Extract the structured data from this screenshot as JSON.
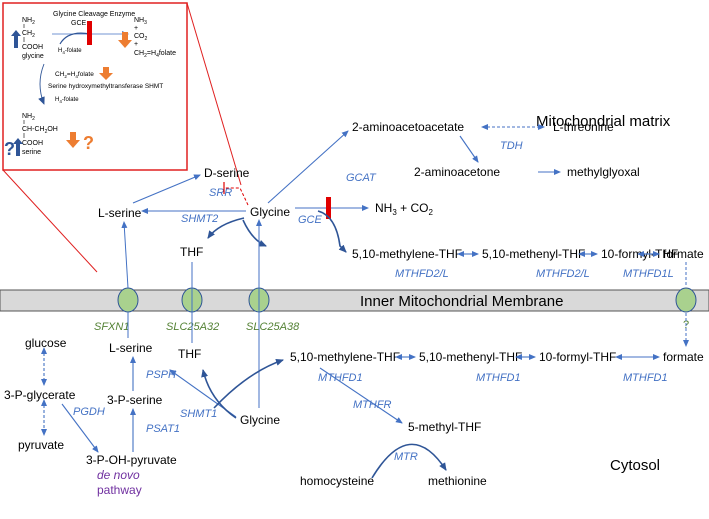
{
  "regions": {
    "matrix": "Mitochondrial matrix",
    "membrane": "Inner Mitochondrial Membrane",
    "cytosol": "Cytosol"
  },
  "inset": {
    "gce_title": "Glycine Cleavage Enzyme",
    "gce_abbr": "GCE",
    "glycine_nh2": "NH",
    "glycine_nh2_sub": "2",
    "glycine_ch2": "CH",
    "glycine_ch2_sub": "2",
    "glycine_cooh": "COOH",
    "glycine_name": "glycine",
    "h4folate_1": "H",
    "h4folate_1_sub": "4",
    "h4folate_1_rest": "-folate",
    "product_nh3": "NH",
    "product_nh3_sub": "3",
    "plus_1": "+",
    "product_co2": "CO",
    "product_co2_sub": "2",
    "plus_2": "+",
    "product_ch2": "CH",
    "product_ch2_sub": "2",
    "product_ch2_rest": "=H",
    "product_ch2_sub2": "4",
    "product_ch2_rest2": "folate",
    "shmt_ch2_a": "CH",
    "shmt_ch2_sub_a": "2",
    "shmt_ch2_rest_a": "=H",
    "shmt_ch2_sub2_a": "4",
    "shmt_ch2_rest2_a": "folate",
    "shmt_title": "Serine hydroxymethyltransferase SHMT",
    "h4folate_2": "H",
    "h4folate_2_sub": "4",
    "h4folate_2_rest": "-folate",
    "serine_nh2": "NH",
    "serine_nh2_sub": "2",
    "serine_ch": "CH-CH",
    "serine_ch_sub": "2",
    "serine_ch_rest": "OH",
    "serine_cooh": "COOH",
    "serine_name": "serine",
    "q1": "?",
    "q2": "?"
  },
  "matrix": {
    "d_serine": "D-serine",
    "l_serine": "L-serine",
    "glycine": "Glycine",
    "thf": "THF",
    "aminoacetoacetate": "2-aminoacetoacetate",
    "l_threonine": "L-threonine",
    "aminoacetone": "2-aminoacetone",
    "methylglyoxal": "methylglyoxal",
    "nh3_co2": "NH",
    "nh3_sub": "3",
    "nh3_rest": " + CO",
    "co2_sub": "2",
    "methylene_thf": "5,10-methylene-THF",
    "methenyl_thf": "5,10-methenyl-THF",
    "formyl_thf": "10-formyl-THF",
    "formate": "formate"
  },
  "matrix_enzymes": {
    "srr": "SRR",
    "shmt2": "SHMT2",
    "gcat": "GCAT",
    "tdh": "TDH",
    "gce": "GCE",
    "mthfd2l_1": "MTHFD2/L",
    "mthfd2l_2": "MTHFD2/L",
    "mthfd1l": "MTHFD1L"
  },
  "transporters": {
    "sfxn1": "SFXN1",
    "slc25a32": "SLC25A32",
    "slc25a38": "SLC25A38",
    "unknown": "?"
  },
  "cytosol": {
    "glucose": "glucose",
    "three_p_glycerate": "3-P-glycerate",
    "pyruvate": "pyruvate",
    "l_serine": "L-serine",
    "three_p_serine": "3-P-serine",
    "three_p_oh_pyruvate": "3-P-OH-pyruvate",
    "de_novo": "de novo",
    "pathway": "pathway",
    "thf": "THF",
    "glycine": "Glycine",
    "methylene_thf": "5,10-methylene-THF",
    "methenyl_thf": "5,10-methenyl-THF",
    "formyl_thf": "10-formyl-THF",
    "formate": "formate",
    "methyl_thf": "5-methyl-THF",
    "homocysteine": "homocysteine",
    "methionine": "methionine"
  },
  "cytosol_enzymes": {
    "pgdh": "PGDH",
    "psph": "PSPH",
    "psat1": "PSAT1",
    "shmt1": "SHMT1",
    "mthfd1_1": "MTHFD1",
    "mthfd1_2": "MTHFD1",
    "mthfd1_3": "MTHFD1",
    "mthfr": "MTHFR",
    "mtr": "MTR"
  },
  "colors": {
    "arrow_blue": "#4472c4",
    "dark_blue": "#2f5597",
    "enzyme_blue": "#4472c4",
    "transporter_green": "#548235",
    "membrane_fill": "#d9d9d9",
    "channel_green": "#a9d18e",
    "inhibit_red": "#e00000",
    "inset_border": "#e02020",
    "orange": "#ed7d31",
    "purple": "#7030a0",
    "text": "#000000"
  }
}
